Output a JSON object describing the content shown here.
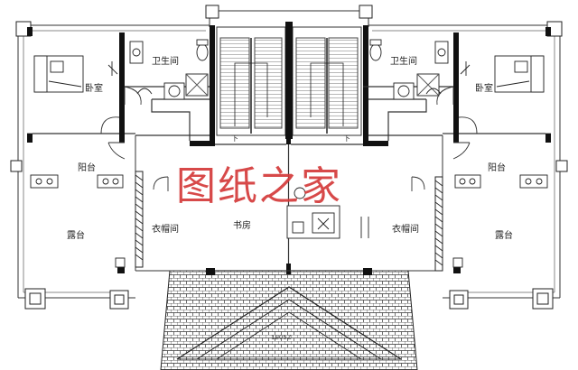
{
  "watermark": "图纸之家",
  "rooms": {
    "bedroom_left": "卧室",
    "bedroom_right": "卧室",
    "bathroom_left": "卫生间",
    "bathroom_right": "卫生间",
    "balcony_left": "阳台",
    "balcony_right": "阳台",
    "terrace_left": "露台",
    "terrace_right": "露台",
    "closet_left": "衣帽间",
    "closet_right": "衣帽间",
    "study": "书房"
  },
  "stairs": {
    "down_left": "下",
    "down_right": "下"
  },
  "roof_elevation": "1E05Z",
  "colors": {
    "wall": "#111111",
    "line": "#555555",
    "watermark": "#d43a3a"
  }
}
